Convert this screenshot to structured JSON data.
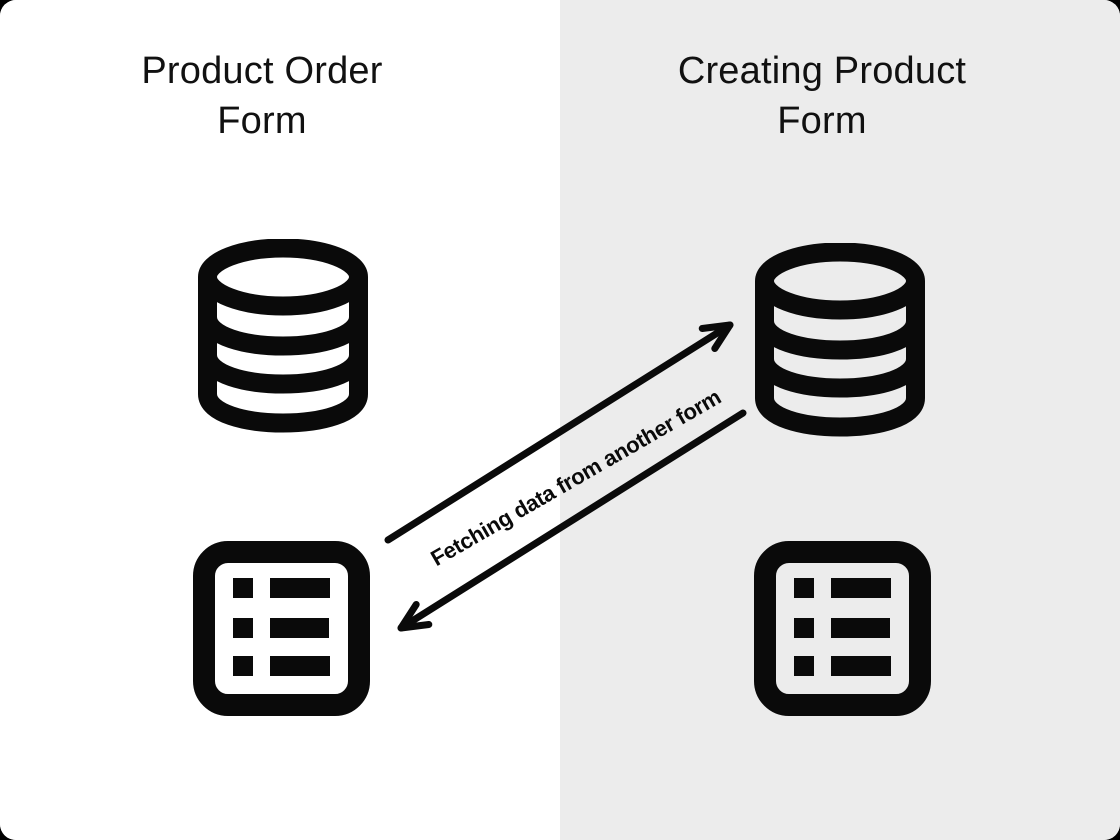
{
  "card": {
    "outside_bg": "#000000",
    "left_bg": "#ffffff",
    "right_bg": "#ececec",
    "ink": "#0a0a0a"
  },
  "left_panel": {
    "title": "Product Order\nForm",
    "icons": [
      {
        "name": "database-icon"
      },
      {
        "name": "form-icon"
      }
    ]
  },
  "right_panel": {
    "title": "Creating Product\nForm",
    "icons": [
      {
        "name": "database-icon"
      },
      {
        "name": "form-icon"
      }
    ]
  },
  "connector": {
    "label": "Fetching data from another form",
    "style": "two parallel diagonal arrows",
    "arrow_up_points_to": "right database",
    "arrow_down_points_to": "left form"
  }
}
